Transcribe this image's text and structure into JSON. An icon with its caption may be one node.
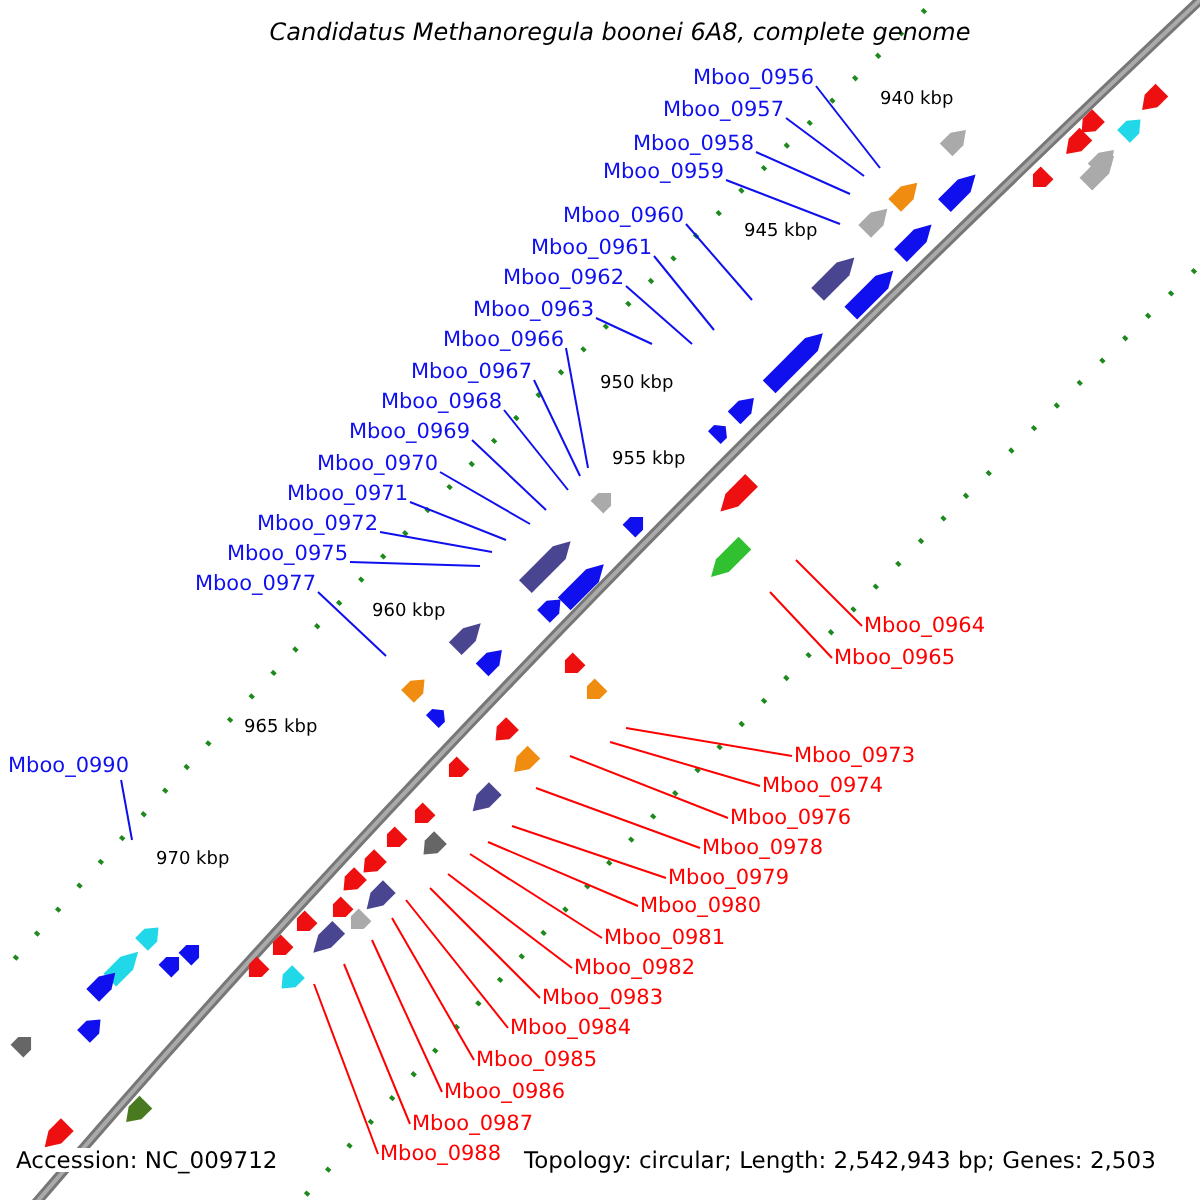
{
  "diagram": {
    "title": "Candidatus Methanoregula boonei 6A8, complete genome",
    "nodes": [
      {
        "text": [
          "Mboo_0956"
        ]
      },
      {
        "text": [
          "Mboo_0957"
        ]
      },
      {
        "text": [
          "Mboo_0958"
        ]
      },
      {
        "text": [
          "Mboo_0959"
        ]
      },
      {
        "text": [
          "Mboo_0960"
        ]
      },
      {
        "text": [
          "Mboo_0961"
        ]
      },
      {
        "text": [
          "Mboo_0962"
        ]
      },
      {
        "text": [
          "Mboo_0963"
        ]
      },
      {
        "text": [
          "Mboo_0966"
        ]
      },
      {
        "text": [
          "Mboo_0967"
        ]
      },
      {
        "text": [
          "Mboo_0968"
        ]
      },
      {
        "text": [
          "Mboo_0969"
        ]
      },
      {
        "text": [
          "Mboo_0970"
        ]
      },
      {
        "text": [
          "Mboo_0971"
        ]
      },
      {
        "text": [
          "Mboo_0972"
        ]
      },
      {
        "text": [
          "Mboo_0975"
        ]
      },
      {
        "text": [
          "Mboo_0977"
        ]
      },
      {
        "text": [
          "Mboo_0964"
        ]
      },
      {
        "text": [
          "Mboo_0965"
        ]
      },
      {
        "text": [
          "Mboo_0973"
        ]
      },
      {
        "text": [
          "Mboo_0990"
        ]
      },
      {
        "text": [
          "Mboo_0974"
        ]
      },
      {
        "text": [
          "Mboo_0976"
        ]
      },
      {
        "text": [
          "Mboo_0978"
        ]
      },
      {
        "text": [
          "Mboo_0979"
        ]
      },
      {
        "text": [
          "Mboo_0980"
        ]
      },
      {
        "text": [
          "Mboo_0981"
        ]
      },
      {
        "text": [
          "Mboo_0982"
        ]
      },
      {
        "text": [
          "Mboo_0983"
        ]
      },
      {
        "text": [
          "Mboo_0984"
        ]
      },
      {
        "text": [
          "Mboo_0985"
        ]
      },
      {
        "text": [
          "Mboo_0986"
        ]
      },
      {
        "text": [
          "Mboo_0987"
        ]
      },
      {
        "text": [
          "Mboo_0988"
        ]
      }
    ],
    "edges": [
      {
        "from": 0,
        "to": null,
        "arrow": "none"
      },
      {
        "from": 1,
        "to": null,
        "arrow": "none"
      },
      {
        "from": 2,
        "to": null,
        "arrow": "none"
      },
      {
        "from": 3,
        "to": null,
        "arrow": "none"
      },
      {
        "from": 4,
        "to": null,
        "arrow": "none"
      },
      {
        "from": 5,
        "to": null,
        "arrow": "none"
      },
      {
        "from": 6,
        "to": null,
        "arrow": "none"
      },
      {
        "from": 7,
        "to": null,
        "arrow": "none"
      },
      {
        "from": 8,
        "to": null,
        "arrow": "none"
      },
      {
        "from": 9,
        "to": null,
        "arrow": "none"
      },
      {
        "from": 10,
        "to": null,
        "arrow": "none"
      },
      {
        "from": 11,
        "to": null,
        "arrow": "none"
      },
      {
        "from": 12,
        "to": null,
        "arrow": "none"
      },
      {
        "from": 13,
        "to": null,
        "arrow": "none"
      },
      {
        "from": 14,
        "to": null,
        "arrow": "none"
      },
      {
        "from": 15,
        "to": null,
        "arrow": "none"
      },
      {
        "from": 16,
        "to": null,
        "arrow": "none"
      },
      {
        "from": 17,
        "to": null,
        "arrow": "none",
        "color": "#ff0000"
      },
      {
        "from": 18,
        "to": null,
        "arrow": "none",
        "color": "#ff0000"
      },
      {
        "from": 19,
        "to": null,
        "arrow": "none",
        "color": "#ff0000"
      },
      {
        "from": 20,
        "to": null,
        "arrow": "none"
      },
      {
        "from": 21,
        "to": null,
        "arrow": "none",
        "color": "#ff0000"
      },
      {
        "from": 22,
        "to": null,
        "arrow": "none",
        "color": "#ff0000"
      },
      {
        "from": 23,
        "to": null,
        "arrow": "none",
        "color": "#ff0000"
      },
      {
        "from": 24,
        "to": null,
        "arrow": "none",
        "color": "#ff0000"
      },
      {
        "from": 25,
        "to": null,
        "arrow": "none",
        "color": "#ff0000"
      },
      {
        "from": 26,
        "to": null,
        "arrow": "none",
        "color": "#ff0000"
      },
      {
        "from": 27,
        "to": null,
        "arrow": "none",
        "color": "#ff0000"
      },
      {
        "from": 28,
        "to": null,
        "arrow": "none",
        "color": "#ff0000"
      },
      {
        "from": 29,
        "to": null,
        "arrow": "none",
        "color": "#ff0000"
      },
      {
        "from": 30,
        "to": null,
        "arrow": "none",
        "color": "#ff0000"
      },
      {
        "from": 31,
        "to": null,
        "arrow": "none",
        "color": "#ff0000"
      },
      {
        "from": 32,
        "to": null,
        "arrow": "none",
        "color": "#ff0000"
      },
      {
        "from": 33,
        "to": null,
        "arrow": "none",
        "color": "#ff0000"
      }
    ],
    "labels": [
      "940 kbp",
      "945 kbp",
      "950 kbp",
      "955 kbp",
      "960 kbp",
      "965 kbp",
      "970 kbp",
      "Accession: NC_009712",
      "Topology: circular; Length: 2,542,943 bp; Genes: 2,503"
    ]
  }
}
